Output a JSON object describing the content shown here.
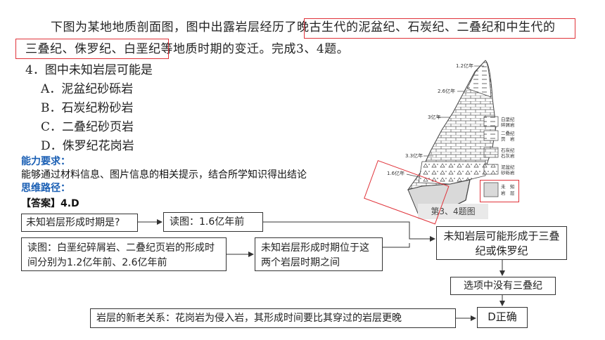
{
  "intro": {
    "line1": "下图为某地地质剖面图，图中出露岩层经历了晚古生代的泥盆纪、石炭纪、二叠纪和中生代的",
    "line2": "三叠纪、侏罗纪、白垩纪等地质时期的变迁。完成3、4题。"
  },
  "question": {
    "stem": "4．图中未知岩层可能是",
    "options": [
      "A．泥盆纪砂砾岩",
      "B．石炭纪粉砂岩",
      "C．二叠纪砂页岩",
      "D．侏罗纪花岗岩"
    ]
  },
  "ability": {
    "title": "能力要求：",
    "text": "能够通过材料信息、图片信息的相关提示，结合所学知识得出结论"
  },
  "thinking_title": "思维路径：",
  "answer": "【答案】4.D",
  "figure": {
    "age_labels": [
      "1.2亿年",
      "2.6亿年",
      "3亿年",
      "3.3亿年",
      "1.6亿年"
    ],
    "legend": [
      "白垩纪",
      "碎屑岩",
      "二叠纪",
      "页　岩",
      "石炭纪",
      "石灰岩",
      "泥盆纪",
      "砂砾岩",
      "未　知",
      "岩　层"
    ],
    "caption": "第3、4题图"
  },
  "flow": {
    "box1": "未知岩层形成时期是?",
    "box2": "读图：1.6亿年前",
    "box3": "读图：白垩纪碎屑岩、二叠纪页岩的形成时间分别为1.2亿年前、2.6亿年前",
    "box4": "未知岩层形成时期位于这两个岩层时期之间",
    "box5": "未知岩层可能形成于三叠纪或侏罗纪",
    "box6": "选项中没有三叠纪",
    "box7": "岩层的新老关系：花岗岩为侵入岩，其形成时间要比其穿过的岩层更晚",
    "box8": "D正确"
  },
  "colors": {
    "accent_red": "#e0333a",
    "accent_blue": "#1a5fb4"
  }
}
